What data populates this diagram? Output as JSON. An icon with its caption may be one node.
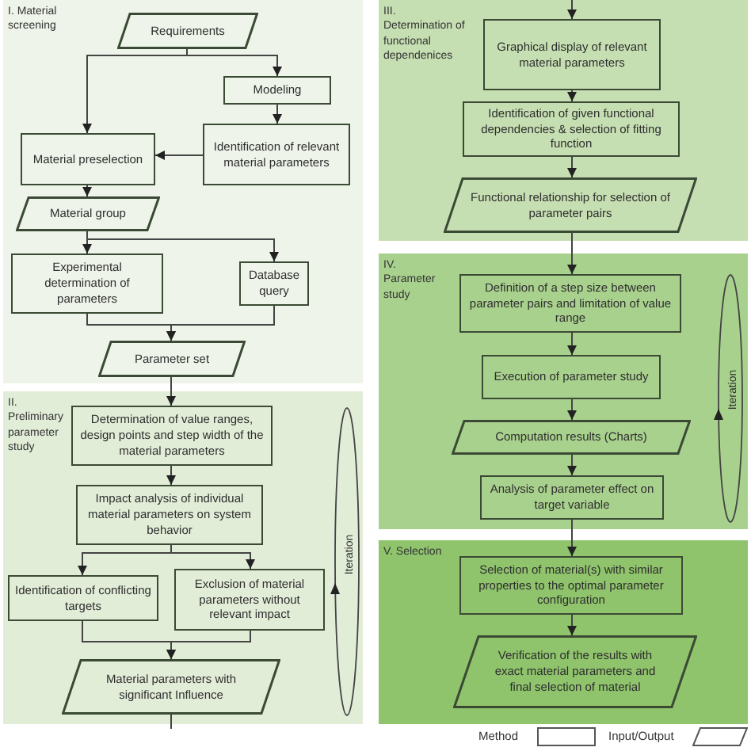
{
  "diagram": {
    "nodes": [
      {
        "text": [
          "I. Material screening"
        ]
      },
      {
        "text": [
          "Requirements"
        ],
        "in": 0
      },
      {
        "text": [
          "Modeling"
        ],
        "in": 0
      },
      {
        "text": [
          "Material preselection"
        ],
        "in": 0
      },
      {
        "text": [
          "Identification of relevant material parameters"
        ],
        "in": 0
      },
      {
        "text": [
          "Material group"
        ],
        "in": 0
      },
      {
        "text": [
          "Experimental determination of parameters"
        ],
        "in": 0
      },
      {
        "text": [
          "Database query"
        ],
        "in": 0
      },
      {
        "text": [
          "Parameter set"
        ],
        "in": 0
      },
      {
        "text": [
          "II. Preliminary parameter study"
        ]
      },
      {
        "text": [
          "Determination of value ranges, design points and step width of the material parameters"
        ],
        "in": 9
      },
      {
        "text": [
          "Impact analysis of individual material parameters on system behavior"
        ],
        "in": 9
      },
      {
        "text": [
          "Identification of conflicting targets"
        ],
        "in": 9
      },
      {
        "text": [
          "Exclusion of material parameters without relevant impact"
        ],
        "in": 9
      },
      {
        "text": [
          "Material parameters with significant Influence"
        ],
        "in": 9
      },
      {
        "text": [
          "III. Determination of functional dependenices"
        ]
      },
      {
        "text": [
          "Graphical display of relevant material parameters"
        ],
        "in": 15
      },
      {
        "text": [
          "Identification of given functional dependencies & selection of fitting function"
        ],
        "in": 15
      },
      {
        "text": [
          "Functional relationship for selection of parameter pairs"
        ],
        "in": 15
      },
      {
        "text": [
          "IV. Parameter study"
        ]
      },
      {
        "text": [
          "Definition of a step size between parameter pairs and limitation of value range"
        ],
        "in": 19
      },
      {
        "text": [
          "Execution of parameter study"
        ],
        "in": 19
      },
      {
        "text": [
          "Computation results (Charts)"
        ],
        "in": 19
      },
      {
        "text": [
          "Analysis of parameter effect on target variable"
        ],
        "in": 19
      },
      {
        "text": [
          "V. Selection"
        ]
      },
      {
        "text": [
          "Selection of material(s) with similar properties to the optimal parameter configuration"
        ],
        "in": 24
      },
      {
        "text": [
          "Verification of the results with exact material parameters and final selection of material"
        ],
        "in": 24
      }
    ],
    "edges": [
      {
        "from": 1,
        "to": 2,
        "arrow": "to"
      },
      {
        "from": 1,
        "to": 3,
        "arrow": "to"
      },
      {
        "from": 2,
        "to": 4,
        "arrow": "to"
      },
      {
        "from": 4,
        "to": 3,
        "arrow": "to"
      },
      {
        "from": 3,
        "to": 5,
        "arrow": "to"
      },
      {
        "from": 5,
        "to": 6,
        "arrow": "to"
      },
      {
        "from": 5,
        "to": 7,
        "arrow": "to"
      },
      {
        "from": 6,
        "to": 8,
        "arrow": "to"
      },
      {
        "from": 7,
        "to": 8,
        "arrow": "to"
      },
      {
        "from": 8,
        "to": 10,
        "arrow": "to"
      },
      {
        "from": 10,
        "to": 11,
        "arrow": "to"
      },
      {
        "from": 11,
        "to": 12,
        "arrow": "to"
      },
      {
        "from": 11,
        "to": 13,
        "arrow": "to"
      },
      {
        "from": 12,
        "to": 14,
        "arrow": "to"
      },
      {
        "from": 13,
        "to": 14,
        "arrow": "to"
      },
      {
        "from": 14,
        "to": null,
        "arrow": "none"
      },
      {
        "from": null,
        "to": 16,
        "arrow": "to"
      },
      {
        "from": 16,
        "to": 17,
        "arrow": "to"
      },
      {
        "from": 17,
        "to": 18,
        "arrow": "to"
      },
      {
        "from": 18,
        "to": 20,
        "arrow": "to"
      },
      {
        "from": 20,
        "to": 21,
        "arrow": "to"
      },
      {
        "from": 21,
        "to": 22,
        "arrow": "to"
      },
      {
        "from": 22,
        "to": 23,
        "arrow": "to"
      },
      {
        "from": 23,
        "to": 25,
        "arrow": "to"
      },
      {
        "from": 25,
        "to": 26,
        "arrow": "to"
      }
    ],
    "labels": [
      "Iteration",
      "Iteration"
    ],
    "legend": [
      {
        "text": "Method"
      },
      {
        "text": "Input/Output"
      }
    ]
  }
}
